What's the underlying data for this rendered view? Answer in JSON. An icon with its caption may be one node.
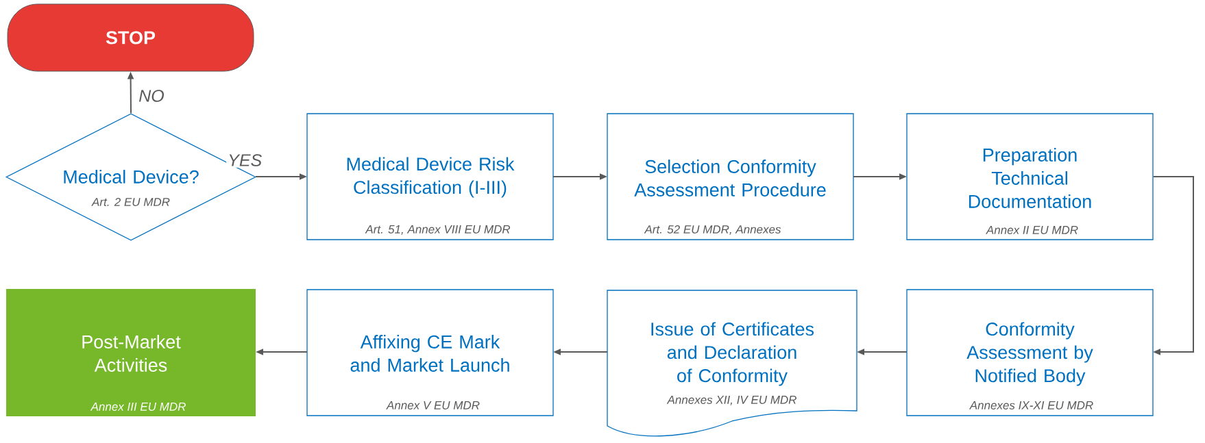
{
  "diagram": {
    "nodes": [
      {
        "text": [
          "STOP"
        ]
      },
      {
        "text": [
          "Medical Device?",
          "Art. 2 EU MDR"
        ]
      },
      {
        "text": [
          "Medical Device Risk Classification (I-III)",
          "Art. 51, Annex VIII EU MDR"
        ]
      },
      {
        "text": [
          "Selection Conformity Assessment Procedure",
          "Art. 52 EU MDR, Annexes"
        ]
      },
      {
        "text": [
          "Preparation Technical Documentation",
          "Annex II EU MDR"
        ]
      },
      {
        "text": [
          "Conformity Assessment by Notified Body",
          "Annexes IX-XI EU MDR"
        ]
      },
      {
        "text": [
          "Issue of Certificates and Declaration of Conformity",
          "Annexes XII, IV EU MDR"
        ]
      },
      {
        "text": [
          "Affixing CE Mark and Market Launch",
          "Annex V EU MDR"
        ]
      },
      {
        "text": [
          "Post-Market Activities",
          "Annex III EU MDR"
        ]
      }
    ],
    "edges": [
      {
        "from": 1,
        "to": 0,
        "arrow": "to",
        "label": "NO"
      },
      {
        "from": 1,
        "to": 2,
        "arrow": "to",
        "label": "YES"
      },
      {
        "from": 2,
        "to": 3,
        "arrow": "to"
      },
      {
        "from": 3,
        "to": 4,
        "arrow": "to"
      },
      {
        "from": 4,
        "to": 5,
        "arrow": "to"
      },
      {
        "from": 5,
        "to": 6,
        "arrow": "to"
      },
      {
        "from": 6,
        "to": 7,
        "arrow": "to"
      },
      {
        "from": 7,
        "to": 8,
        "arrow": "to"
      }
    ]
  }
}
